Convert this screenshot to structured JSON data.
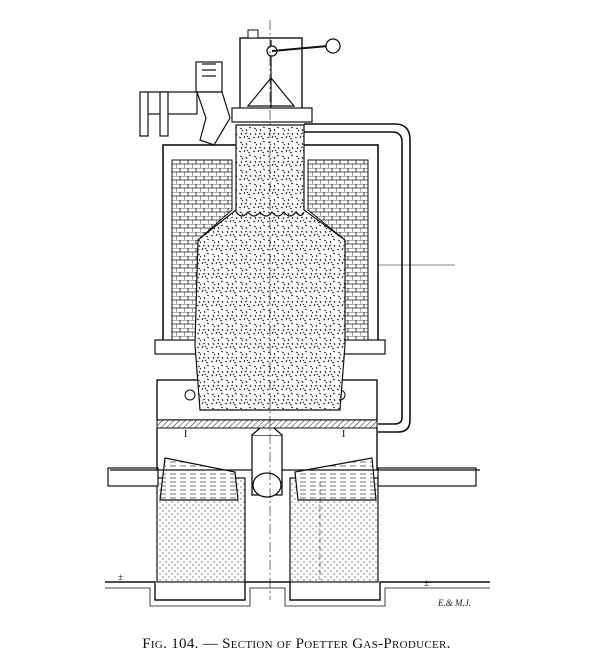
{
  "figure": {
    "engraver_mark": "E.& M.J.",
    "caption_fig": "Fig. 104.",
    "caption_dash": " — ",
    "caption_title": "Section of Poetter Gas-Producer."
  },
  "colors": {
    "ink": "#111111",
    "paper": "#ffffff"
  }
}
